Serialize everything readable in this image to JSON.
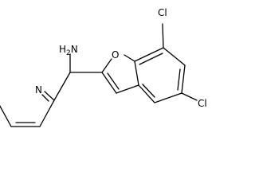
{
  "molecule": {
    "labels": {
      "amine": "NH2",
      "amine_main": "H",
      "amine_sub": "2",
      "amine_n": "N",
      "furan_oxygen": "O",
      "pyridine_nitrogen": "N",
      "chlorine_top": "Cl",
      "chlorine_bottom": "Cl"
    }
  }
}
